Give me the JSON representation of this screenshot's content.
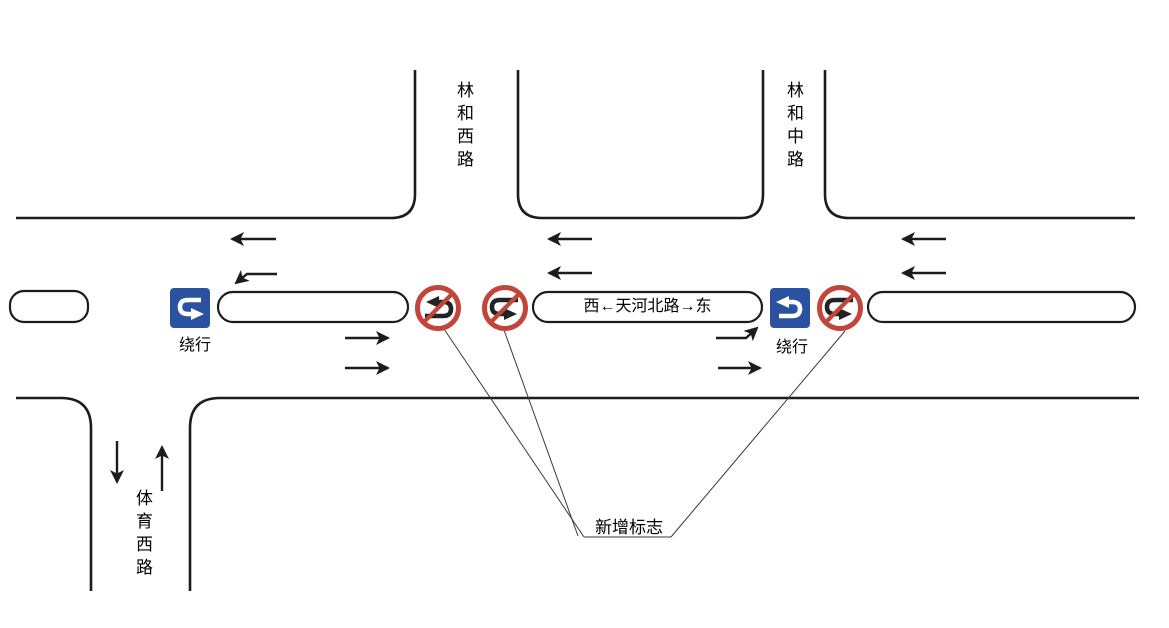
{
  "roads": {
    "linhe_west_road": "林和西路",
    "linhe_middle_road": "林和中路",
    "tiyu_west_road": "体育西路",
    "tianhe_north_road": "西←天河北路→东"
  },
  "signs": {
    "detour_left_label": "绕行",
    "detour_right_label": "绕行"
  },
  "annotation": {
    "new_signs_label": "新增标志"
  },
  "colors": {
    "road_line": "#1c1c1c",
    "arrow_black": "#1c1c1c",
    "sign_red": "#c2453a",
    "sign_blue": "#2a52a0"
  }
}
